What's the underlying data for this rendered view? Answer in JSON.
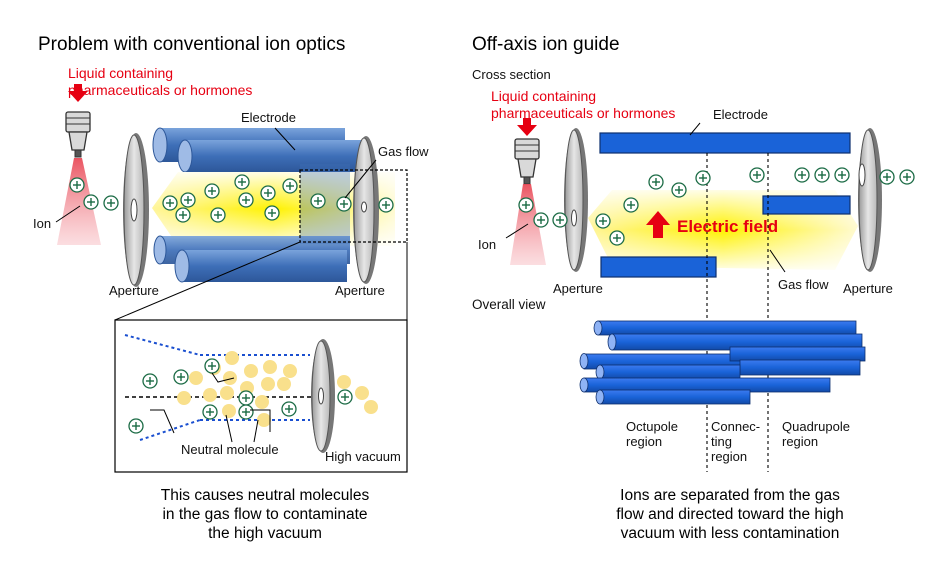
{
  "left": {
    "title": "Problem with conventional ion optics",
    "liquid_line1": "Liquid containing",
    "liquid_line2": "pharmaceuticals or hormones",
    "electrode": "Electrode",
    "gas_flow": "Gas flow",
    "ion": "Ion",
    "aperture_left": "Aperture",
    "aperture_right": "Aperture",
    "neutral_molecule": "Neutral molecule",
    "high_vacuum": "High vacuum",
    "caption_line1": "This causes neutral molecules",
    "caption_line2": "in the gas flow to contaminate",
    "caption_line3": "the high vacuum"
  },
  "right": {
    "title": "Off-axis ion guide",
    "cross_section": "Cross section",
    "liquid_line1": "Liquid containing",
    "liquid_line2": "pharmaceuticals or hormones",
    "electrode": "Electrode",
    "electric_field": "Electric field",
    "ion": "Ion",
    "aperture_left": "Aperture",
    "gas_flow": "Gas flow",
    "aperture_right": "Aperture",
    "overall_view": "Overall view",
    "octupole_line1": "Octupole",
    "octupole_line2": "region",
    "connecting_line1": "Connec-",
    "connecting_line2": "ting",
    "connecting_line3": "region",
    "quadrupole_line1": "Quadrupole",
    "quadrupole_line2": "region",
    "caption_line1": "Ions are separated from the gas",
    "caption_line2": "flow and directed toward the high",
    "caption_line3": "vacuum with less contamination"
  },
  "colors": {
    "electrode_blue": "#1a63d8",
    "rod_blue": "#4d7fc7",
    "accent_red": "#e60012",
    "gas_yellow": "#fff200",
    "ion_green": "#1b8a4a",
    "molecule_yellow": "#f9e08c"
  },
  "icons": {
    "ion": "circled-plus",
    "arrow": "red-down-arrow",
    "nozzle": "sprayer-nozzle"
  }
}
